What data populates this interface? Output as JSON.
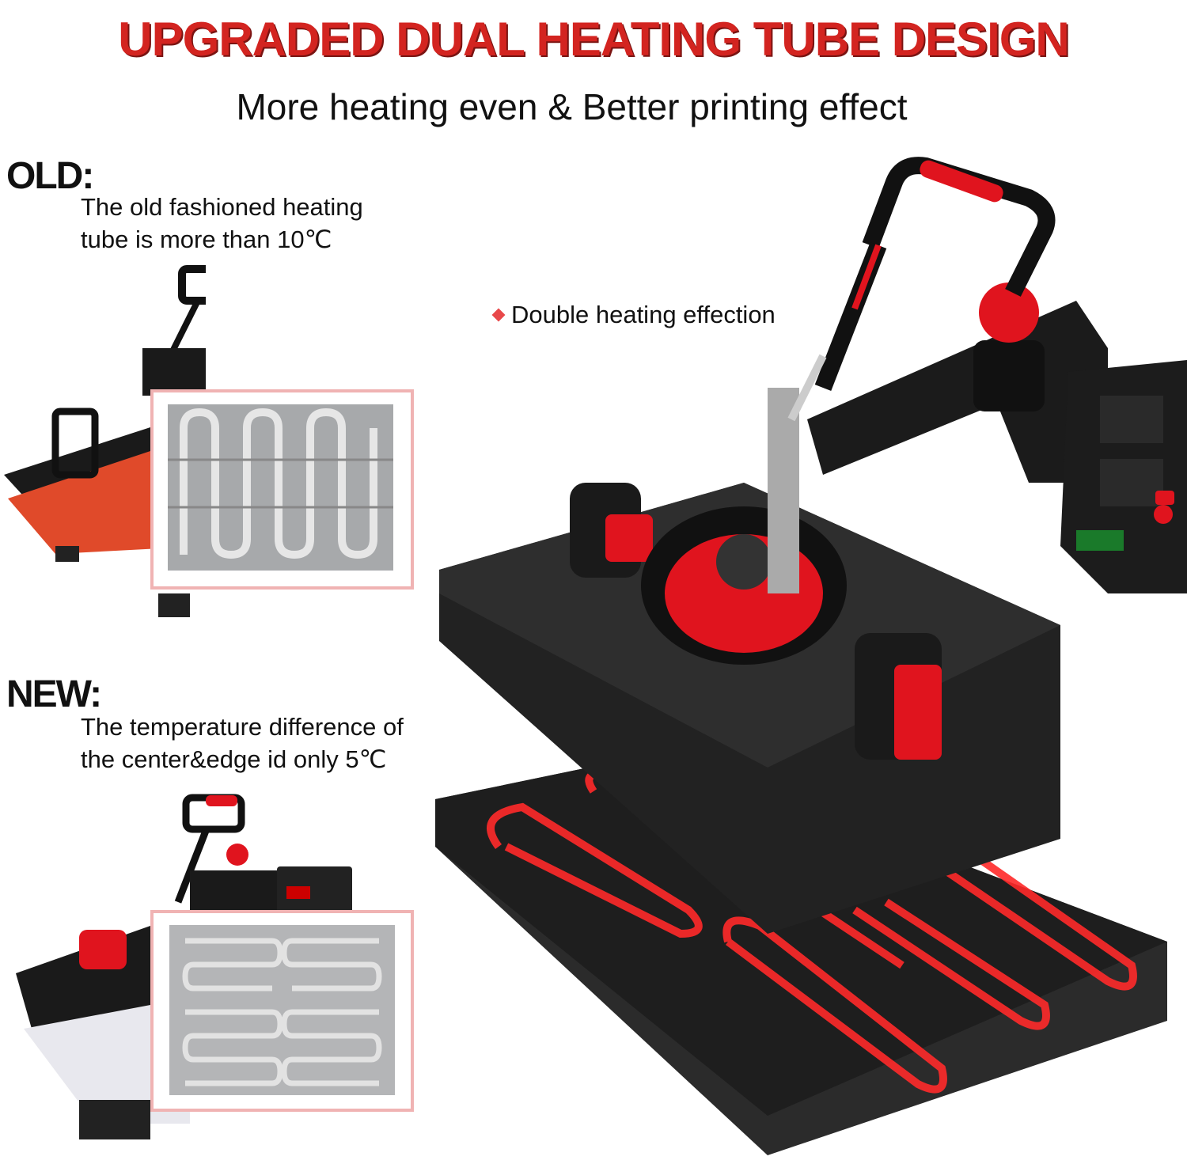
{
  "header": {
    "title": "UPGRADED DUAL HEATING TUBE DESIGN",
    "subtitle": "More heating even & Better printing effect"
  },
  "old": {
    "label": "OLD:",
    "line1": "The old fashioned heating",
    "line2": "tube is more than 10℃"
  },
  "new": {
    "label": "NEW:",
    "line1": "The temperature difference of",
    "line2": "the center&edge id only 5℃"
  },
  "callout": {
    "text": "Double heating effection",
    "icon": "diamond-bullet-icon"
  },
  "colors": {
    "title_red": "#d32420",
    "accent_red": "#e0141e",
    "inset_border": "#f0b3b3",
    "machine_black": "#1a1a1a"
  }
}
